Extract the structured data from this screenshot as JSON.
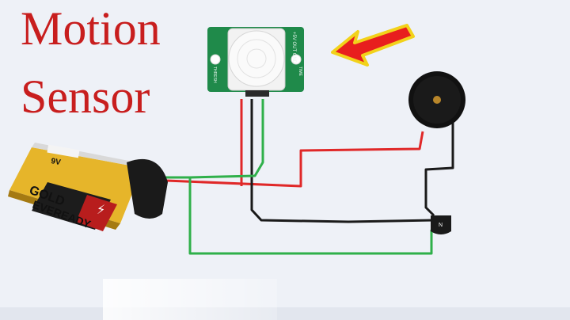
{
  "title": {
    "line1": "Motion",
    "line2": "Sensor"
  },
  "battery": {
    "brand": "EVEREADY",
    "sub": "GOLD",
    "voltage": "9V",
    "badge": "⚡"
  },
  "sensor": {
    "pins": "+5V OUT GND",
    "side_text": "THRESH",
    "side_text2": "TIME"
  },
  "transistor": {
    "label": "N"
  },
  "colors": {
    "title": "#c81e1e",
    "pcb": "#1f8a4a",
    "wire_red": "#e02828",
    "wire_black": "#1a1a1a",
    "wire_green": "#2fb04a",
    "arrow_fill": "#e81e1e",
    "arrow_outline": "#f2d21a",
    "battery_gold": "#c9a227"
  }
}
